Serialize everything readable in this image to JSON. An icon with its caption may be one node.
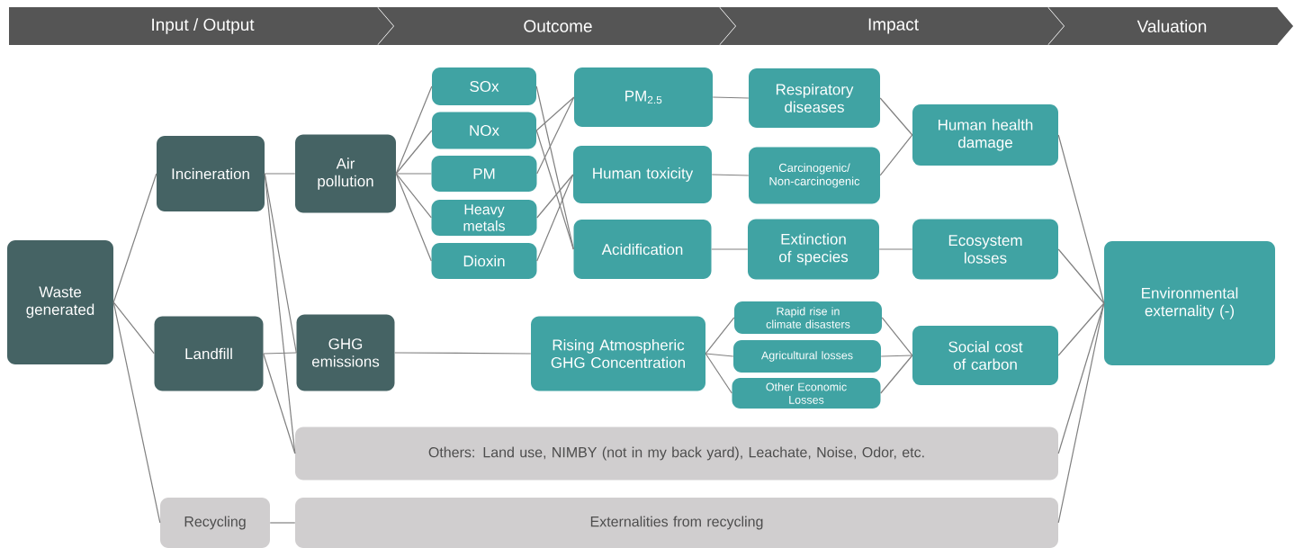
{
  "diagram": {
    "labels": [
      "Input / Output",
      "Outcome",
      "Impact",
      "Valuation"
    ],
    "nodes": [
      {
        "text": [
          "Waste generated"
        ]
      },
      {
        "text": [
          "Incineration"
        ]
      },
      {
        "text": [
          "Landfill"
        ]
      },
      {
        "text": [
          "Air pollution"
        ]
      },
      {
        "text": [
          "GHG emissions"
        ]
      },
      {
        "text": [
          "SOx"
        ]
      },
      {
        "text": [
          "NOx"
        ]
      },
      {
        "text": [
          "PM"
        ]
      },
      {
        "text": [
          "Heavy metals"
        ]
      },
      {
        "text": [
          "Dioxin"
        ]
      },
      {
        "text": [
          "PM$_{2.5}$"
        ]
      },
      {
        "text": [
          "Human toxicity"
        ]
      },
      {
        "text": [
          "Acidification"
        ]
      },
      {
        "text": [
          "Rising Atmospheric GHG Concentration"
        ]
      },
      {
        "text": [
          "Respiratory diseases"
        ]
      },
      {
        "text": [
          "Carcinogenic/ Non-carcinogenic"
        ]
      },
      {
        "text": [
          "Extinction of species"
        ]
      },
      {
        "text": [
          "Rapid rise in climate disasters"
        ]
      },
      {
        "text": [
          "Agricultural losses"
        ]
      },
      {
        "text": [
          "Other Economic Losses"
        ]
      },
      {
        "text": [
          "Human health damage"
        ]
      },
      {
        "text": [
          "Ecosystem losses"
        ]
      },
      {
        "text": [
          "Social cost of carbon"
        ]
      },
      {
        "text": [
          "Environmental externality (-)"
        ]
      },
      {
        "text": [
          "Others: Land use, NIMBY (not in my back yard), Leachate, Noise, Odor, etc."
        ]
      },
      {
        "text": [
          "Recycling"
        ]
      },
      {
        "text": [
          "Externalities from recycling"
        ]
      }
    ],
    "edges": [
      {
        "from": 0,
        "to": 1,
        "arrow": "none"
      },
      {
        "from": 0,
        "to": 2,
        "arrow": "none"
      },
      {
        "from": 0,
        "to": 25,
        "arrow": "none"
      },
      {
        "from": 1,
        "to": 3,
        "arrow": "none"
      },
      {
        "from": 1,
        "to": 4,
        "arrow": "none"
      },
      {
        "from": 1,
        "to": 24,
        "arrow": "none"
      },
      {
        "from": 2,
        "to": 4,
        "arrow": "none"
      },
      {
        "from": 2,
        "to": 24,
        "arrow": "none"
      },
      {
        "from": 25,
        "to": 26,
        "arrow": "none"
      },
      {
        "from": 3,
        "to": 5,
        "arrow": "none"
      },
      {
        "from": 3,
        "to": 6,
        "arrow": "none"
      },
      {
        "from": 3,
        "to": 7,
        "arrow": "none"
      },
      {
        "from": 3,
        "to": 8,
        "arrow": "none"
      },
      {
        "from": 3,
        "to": 9,
        "arrow": "none"
      },
      {
        "from": 4,
        "to": 13,
        "arrow": "none"
      },
      {
        "from": 5,
        "to": 12,
        "arrow": "none"
      },
      {
        "from": 6,
        "to": 10,
        "arrow": "none"
      },
      {
        "from": 6,
        "to": 12,
        "arrow": "none"
      },
      {
        "from": 7,
        "to": 10,
        "arrow": "none"
      },
      {
        "from": 8,
        "to": 11,
        "arrow": "none"
      },
      {
        "from": 9,
        "to": 11,
        "arrow": "none"
      },
      {
        "from": 10,
        "to": 14,
        "arrow": "none"
      },
      {
        "from": 11,
        "to": 15,
        "arrow": "none"
      },
      {
        "from": 12,
        "to": 16,
        "arrow": "none"
      },
      {
        "from": 13,
        "to": 17,
        "arrow": "none"
      },
      {
        "from": 13,
        "to": 18,
        "arrow": "none"
      },
      {
        "from": 13,
        "to": 19,
        "arrow": "none"
      },
      {
        "from": 14,
        "to": 20,
        "arrow": "none"
      },
      {
        "from": 15,
        "to": 20,
        "arrow": "none"
      },
      {
        "from": 16,
        "to": 21,
        "arrow": "none"
      },
      {
        "from": 17,
        "to": 22,
        "arrow": "none"
      },
      {
        "from": 18,
        "to": 22,
        "arrow": "none"
      },
      {
        "from": 19,
        "to": 22,
        "arrow": "none"
      },
      {
        "from": 20,
        "to": 23,
        "arrow": "none"
      },
      {
        "from": 21,
        "to": 23,
        "arrow": "none"
      },
      {
        "from": 22,
        "to": 23,
        "arrow": "none"
      },
      {
        "from": 24,
        "to": 23,
        "arrow": "none"
      },
      {
        "from": 26,
        "to": 23,
        "arrow": "none"
      }
    ]
  }
}
